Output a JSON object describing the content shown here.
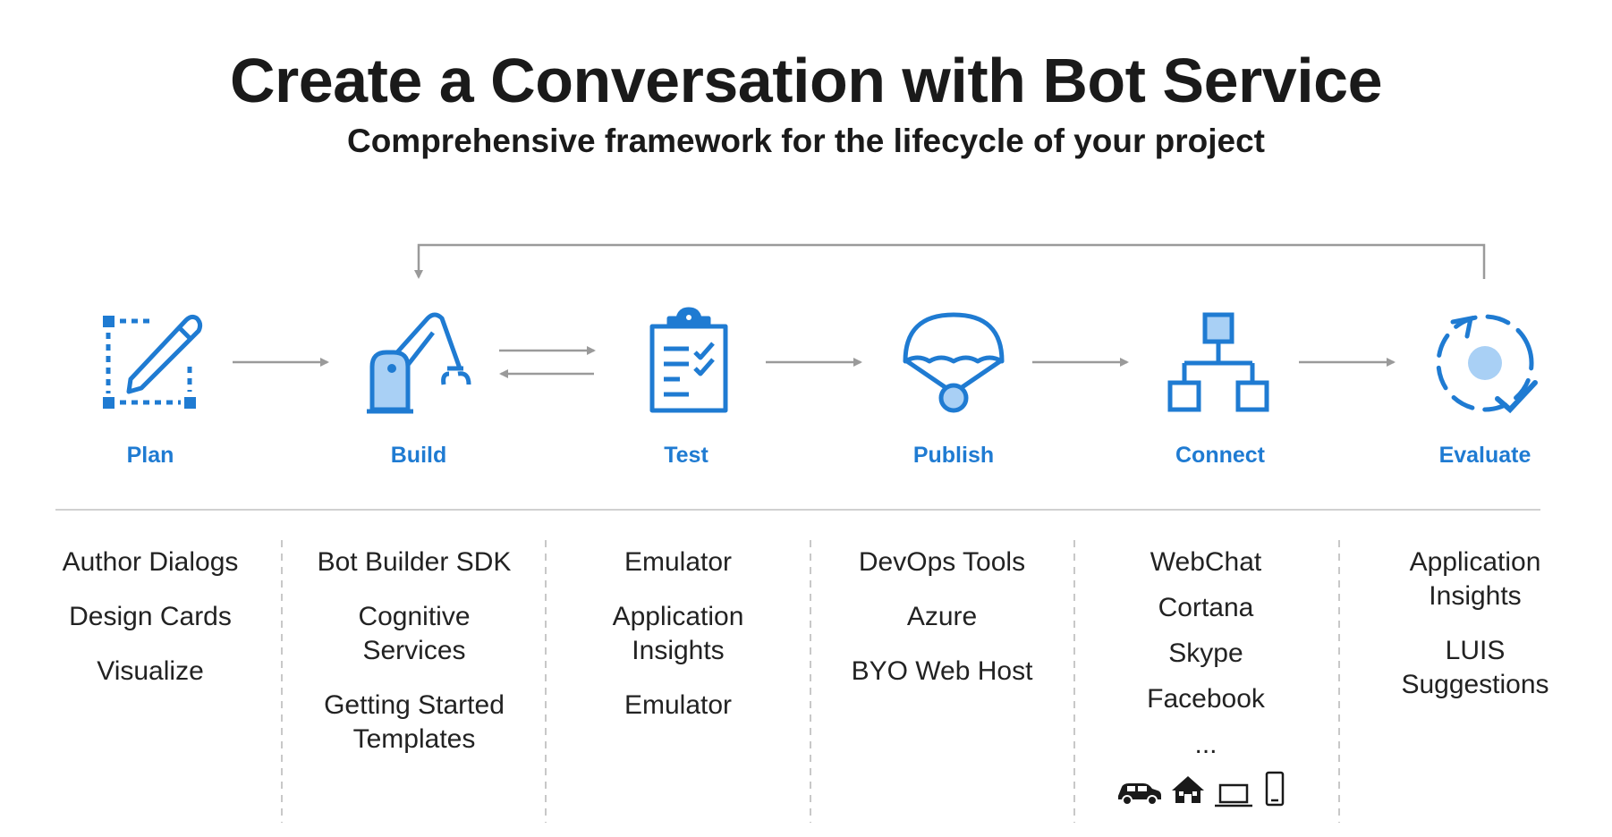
{
  "title": "Create a Conversation with Bot Service",
  "subtitle": "Comprehensive framework for the lifecycle of your project",
  "colors": {
    "accent": "#1f7bd2",
    "accent_fill": "#a9d0f5",
    "arrow": "#9a9a9a",
    "divider": "#c8c8c8"
  },
  "stages": [
    {
      "label": "Plan",
      "icon": "edit-icon"
    },
    {
      "label": "Build",
      "icon": "robot-arm-icon"
    },
    {
      "label": "Test",
      "icon": "clipboard-check-icon"
    },
    {
      "label": "Publish",
      "icon": "parachute-icon"
    },
    {
      "label": "Connect",
      "icon": "hierarchy-icon"
    },
    {
      "label": "Evaluate",
      "icon": "evaluate-cycle-icon"
    }
  ],
  "columns": [
    {
      "items": [
        "Author Dialogs",
        "Design Cards",
        "Visualize"
      ]
    },
    {
      "items": [
        "Bot Builder SDK",
        "Cognitive\nServices",
        "Getting Started\nTemplates"
      ]
    },
    {
      "items": [
        "Emulator",
        "Application\nInsights",
        "Emulator"
      ]
    },
    {
      "items": [
        "DevOps Tools",
        "Azure",
        "BYO Web Host"
      ]
    },
    {
      "items": [
        "WebChat",
        "Cortana",
        "Skype",
        "Facebook",
        "..."
      ]
    },
    {
      "items": [
        "Application\nInsights",
        "LUIS\nSuggestions"
      ]
    }
  ],
  "devices": [
    "car-icon",
    "house-icon",
    "laptop-icon",
    "phone-icon"
  ]
}
